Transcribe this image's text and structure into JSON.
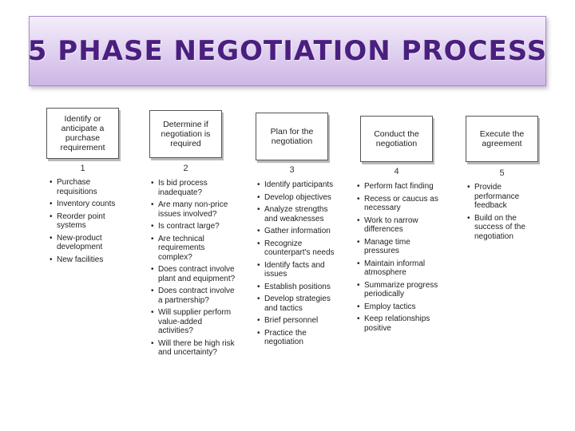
{
  "title": "5 PHASE NEGOTIATION PROCESS",
  "phases": [
    {
      "box": "Identify or anticipate a purchase requirement",
      "number": "1",
      "items": [
        "Purchase requisitions",
        "Inventory counts",
        "Reorder point systems",
        "New-product development",
        "New facilities"
      ]
    },
    {
      "box": "Determine if negotiation is required",
      "number": "2",
      "items": [
        "Is bid process inadequate?",
        "Are many non-price issues involved?",
        "Is contract large?",
        "Are technical requirements complex?",
        "Does contract involve plant and equipment?",
        "Does contract involve a partnership?",
        "Will supplier perform value-added activities?",
        "Will there be high risk and uncertainty?"
      ]
    },
    {
      "box": "Plan for the negotiation",
      "number": "3",
      "items": [
        "Identify participants",
        "Develop objectives",
        "Analyze strengths and weaknesses",
        "Gather information",
        "Recognize counterpart's needs",
        "Identify facts and issues",
        "Establish positions",
        "Develop strategies and tactics",
        "Brief personnel",
        "Practice the negotiation"
      ]
    },
    {
      "box": "Conduct the negotiation",
      "number": "4",
      "items": [
        "Perform fact finding",
        "Recess or caucus as necessary",
        "Work to narrow differences",
        "Manage time pressures",
        "Maintain informal atmosphere",
        "Summarize progress periodically",
        "Employ tactics",
        "Keep relationships positive"
      ]
    },
    {
      "box": "Execute the agreement",
      "number": "5",
      "items": [
        "Provide performance feedback",
        "Build on the success of the negotiation"
      ]
    }
  ]
}
